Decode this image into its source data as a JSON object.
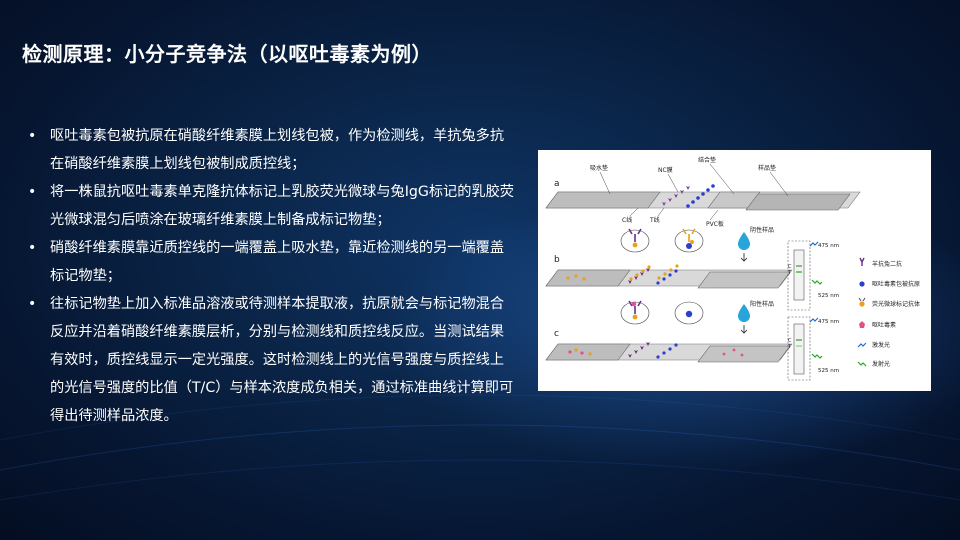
{
  "slide": {
    "title": "检测原理：小分子竞争法（以呕吐毒素为例）",
    "bullets": [
      "呕吐毒素包被抗原在硝酸纤维素膜上划线包被，作为检测线，羊抗兔多抗在硝酸纤维素膜上划线包被制成质控线；",
      "将一株鼠抗呕吐毒素单克隆抗体标记上乳胶荧光微球与兔IgG标记的乳胶荧光微球混匀后喷涂在玻璃纤维素膜上制备成标记物垫；",
      "硝酸纤维素膜靠近质控线的一端覆盖上吸水垫，靠近检测线的另一端覆盖标记物垫；",
      "往标记物垫上加入标准品溶液或待测样本提取液，抗原就会与标记物混合反应并沿着硝酸纤维素膜层析，分别与检测线和质控线反应。当测试结果有效时，质控线显示一定光强度。这时检测线上的光信号强度与质控线上的光信号强度的比值（T/C）与样本浓度成负相关，通过标准曲线计算即可得出待测样品浓度。"
    ]
  },
  "figure": {
    "row_labels": [
      "a",
      "b",
      "c"
    ],
    "labels": {
      "absorbent_pad": "吸水垫",
      "nc_membrane": "NC膜",
      "conjugate_pad": "结合垫",
      "sample_pad": "样品垫",
      "c_line": "C线",
      "t_line": "T线",
      "pvc_board": "PVC板",
      "negative_sample": "阴性样品",
      "positive_sample": "阳性样品",
      "c_mark": "C",
      "t_mark": "T",
      "wl_475_b": "475 nm",
      "wl_525_b": "525 nm",
      "wl_475_c": "475 nm",
      "wl_525_c": "525 nm"
    },
    "legend": [
      "羊抗兔二抗",
      "呕吐毒素包被抗原",
      "荧光微球标记抗体",
      "呕吐毒素",
      "激发光",
      "发射光"
    ],
    "colors": {
      "goat_antibody": "#6a2c8c",
      "coated_antigen": "#2a3fcf",
      "labeled_antibody": "#e8a11a",
      "vomitoxin": "#e4508a",
      "excitation": "#1d6fd1",
      "emission": "#2aa52a",
      "drop": "#27a4d9"
    }
  }
}
